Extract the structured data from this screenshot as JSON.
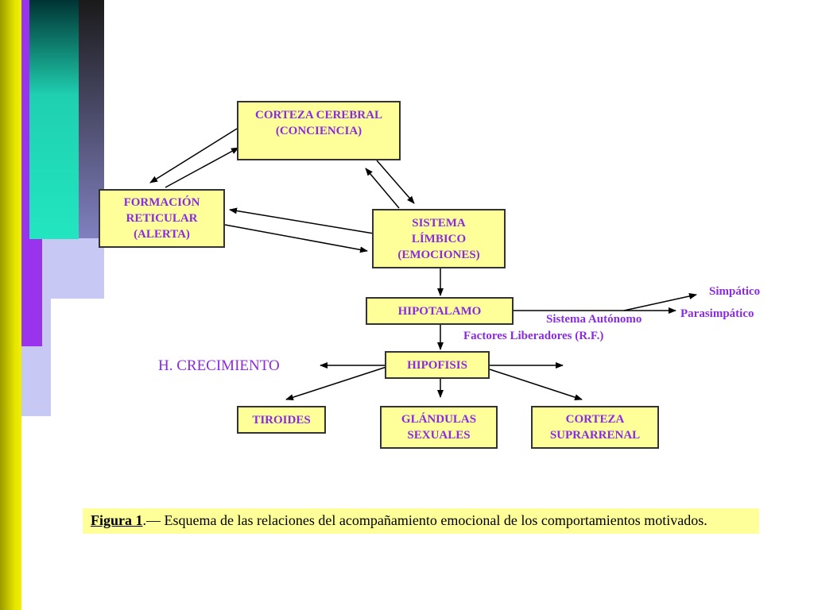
{
  "diagram": {
    "nodes": {
      "corteza_cerebral": [
        "CORTEZA CEREBRAL",
        "(CONCIENCIA)"
      ],
      "formacion_reticular": [
        "FORMACIÓN",
        "RETICULAR",
        "(ALERTA)"
      ],
      "sistema_limbico": [
        "SISTEMA",
        "LÍMBICO",
        "(EMOCIONES)"
      ],
      "hipotalamo": [
        "HIPOTALAMO"
      ],
      "hipofisis": [
        "HIPOFISIS"
      ],
      "tiroides": [
        "TIROIDES"
      ],
      "glandulas_sexuales": [
        "GLÁNDULAS",
        "SEXUALES"
      ],
      "corteza_suprarrenal": [
        "CORTEZA",
        "SUPRARRENAL"
      ]
    },
    "labels": {
      "simpatico": "Simpático",
      "parasimpatico": "Parasimpático",
      "sistema_autonomo": "Sistema Autónomo",
      "factores_liberadores": "Factores Liberadores (R.F.)",
      "h_crecimiento": "H. CRECIMIENTO"
    }
  },
  "caption": {
    "figure_label": "Figura 1",
    "text": ".— Esquema de las relaciones del acompañamiento emocional de los comportamientos motivados."
  },
  "colors": {
    "node_fill": "#ffff99",
    "node_text": "#8a2be2",
    "caption_fill": "#ffff99"
  }
}
